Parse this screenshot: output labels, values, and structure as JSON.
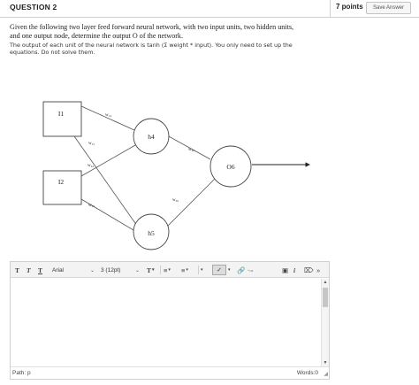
{
  "question": {
    "title": "QUESTION 2",
    "points": "7 points",
    "save_label": "Save Answer",
    "prompt_line1": "Given the following two layer feed forward neural network, with two input units, two hidden units,",
    "prompt_line2": "and one output node, determine the output  O of the network.",
    "prompt_line3": "The output of each unit of the neural network is tanh (Σ weight * input).  You only need to set up the",
    "prompt_line4": "equations.  Do not solve them."
  },
  "diagram": {
    "nodes": {
      "i1": "I1",
      "i2": "I2",
      "h4": "h4",
      "h5": "h5",
      "o6": "O6"
    },
    "weights": {
      "w14": "w₁₄",
      "w15": "w₁₅",
      "w24": "w₂₄",
      "w25": "w₂₅",
      "w46": "w₄₆",
      "w56": "w₅₆"
    }
  },
  "editor": {
    "font_family": "Arial",
    "font_size": "3 (12pt)",
    "bold_label": "T",
    "italic_label": "T",
    "underline_label": "T",
    "path_label": "Path: p",
    "words_label": "Words:0"
  },
  "icons": [
    "bold-icon",
    "italic-icon",
    "underline-icon",
    "text-color-icon",
    "bullet-list-icon",
    "numbered-list-icon",
    "spellcheck-icon",
    "link-icon",
    "unlink-icon",
    "preview-icon",
    "info-icon",
    "fullscreen-icon",
    "collapse-icon"
  ]
}
